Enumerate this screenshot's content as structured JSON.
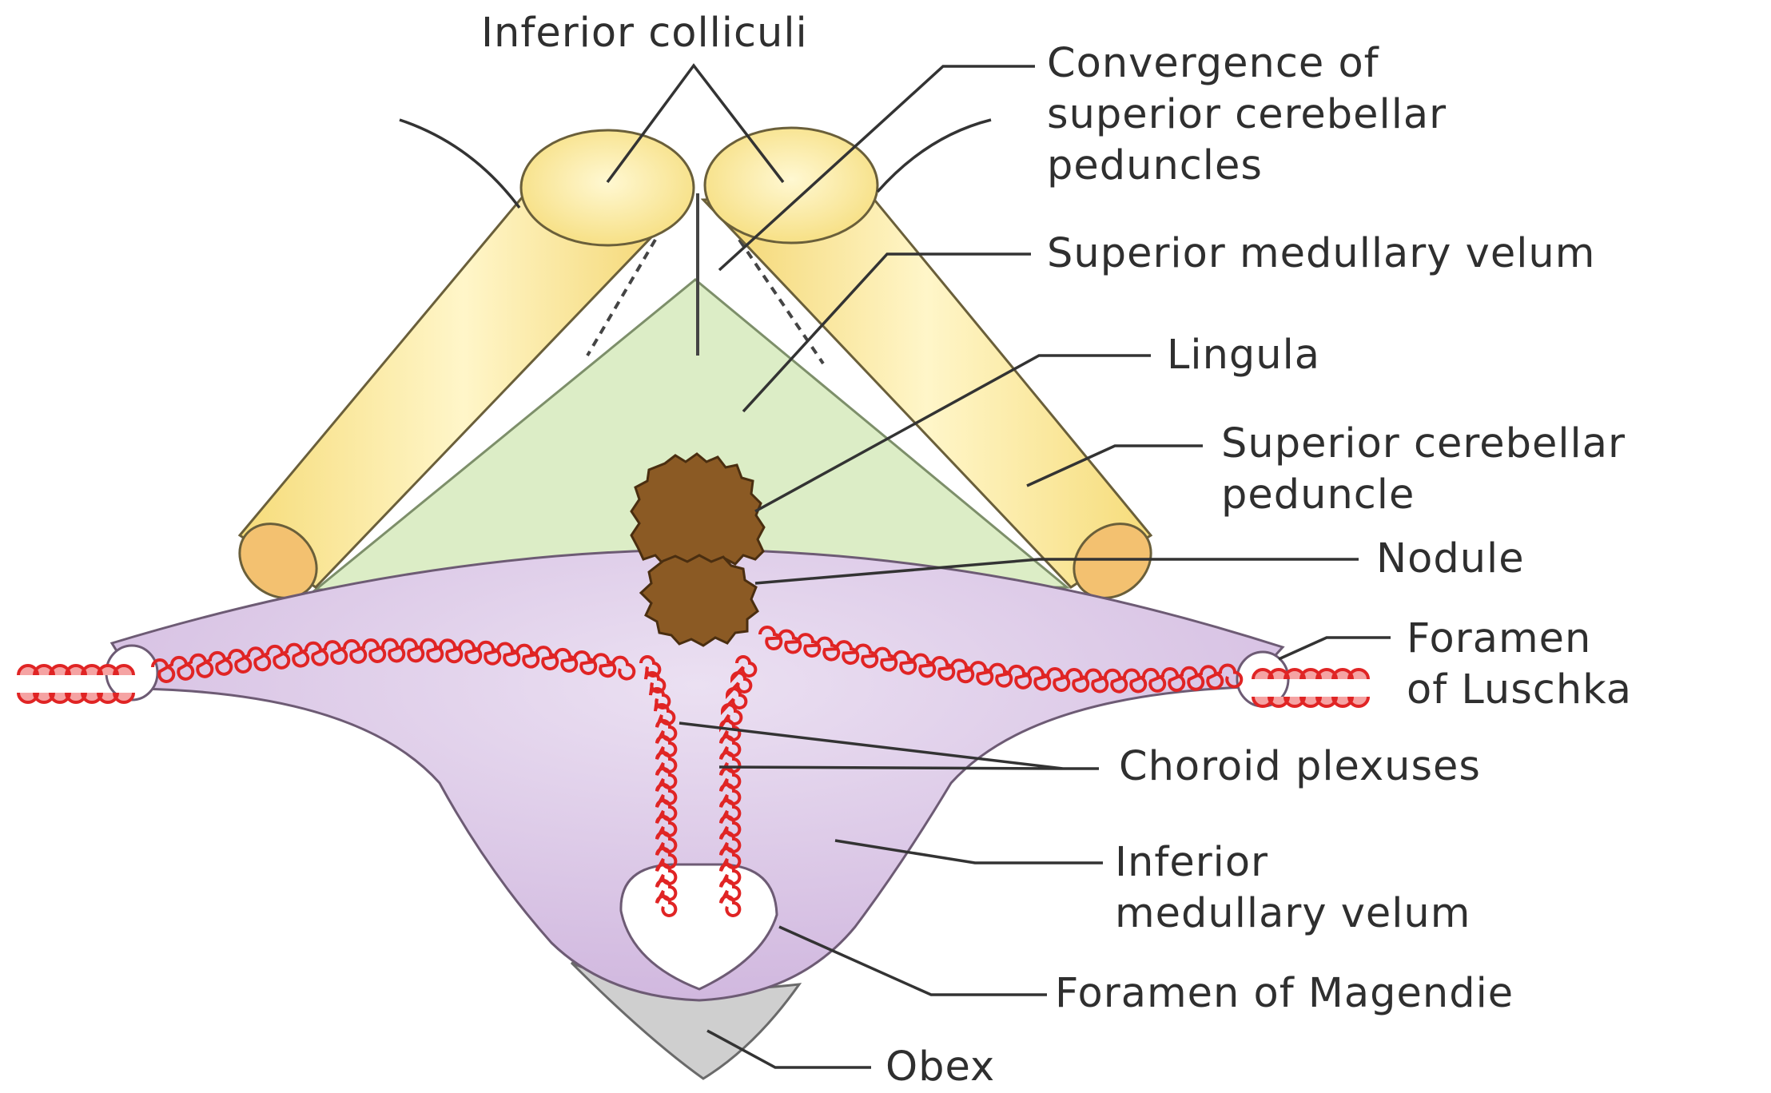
{
  "labels": {
    "inferior_colliculi": "Inferior colliculi",
    "convergence_1": "Convergence of",
    "convergence_2": "superior cerebellar",
    "convergence_3": "peduncles",
    "superior_medullary_velum": "Superior medullary velum",
    "lingula": "Lingula",
    "scp_1": "Superior cerebellar",
    "scp_2": "peduncle",
    "nodule": "Nodule",
    "luschka_1": "Foramen",
    "luschka_2": "of Luschka",
    "choroid_plexuses": "Choroid plexuses",
    "imv_1": "Inferior",
    "imv_2": "medullary velum",
    "magendie": "Foramen of Magendie",
    "obex": "Obex"
  },
  "colors": {
    "peduncle_fill": "#fbe89a",
    "peduncle_stroke": "#6a5f3a",
    "peduncle_cut": "#f3c170",
    "superior_velum_fill": "#dcedc6",
    "inferior_velum_fill": "#dcc8e6",
    "inferior_velum_stroke": "#6d5b74",
    "obex_fill": "#cfcfcf",
    "lingula_nodule_fill": "#8b5a24",
    "choroid_plexus": "#e02424",
    "leader_line": "#333333"
  }
}
